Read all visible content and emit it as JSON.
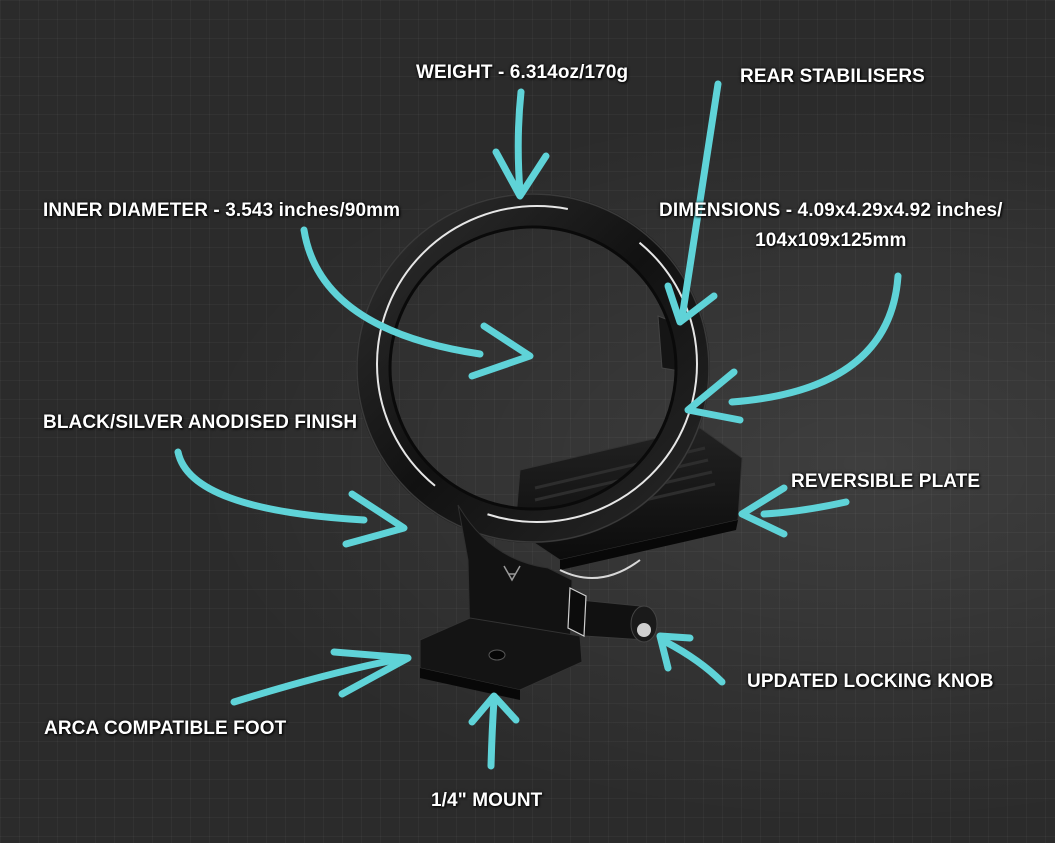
{
  "labels": {
    "weight": "WEIGHT - 6.314oz/170g",
    "rear_stabilisers": "REAR STABILISERS",
    "inner_diameter": "INNER DIAMETER - 3.543 inches/90mm",
    "dimensions_line1": "DIMENSIONS - 4.09x4.29x4.92 inches/",
    "dimensions_line2": "104x109x125mm",
    "finish": "BLACK/SILVER ANODISED FINISH",
    "reversible_plate": "REVERSIBLE PLATE",
    "locking_knob": "UPDATED LOCKING KNOB",
    "arca_foot": "ARCA COMPATIBLE FOOT",
    "mount": "1/4\" MOUNT"
  },
  "colors": {
    "arrow": "#5fd3d8",
    "label_text": "#ffffff",
    "background": "#2b2b2b",
    "product_body": "#141414",
    "product_edge": "#e6e6e6"
  },
  "icons": {
    "arrow": "hand-drawn-arrow",
    "product": "lens-collar-mount",
    "logo": "brand-logo-mark"
  }
}
